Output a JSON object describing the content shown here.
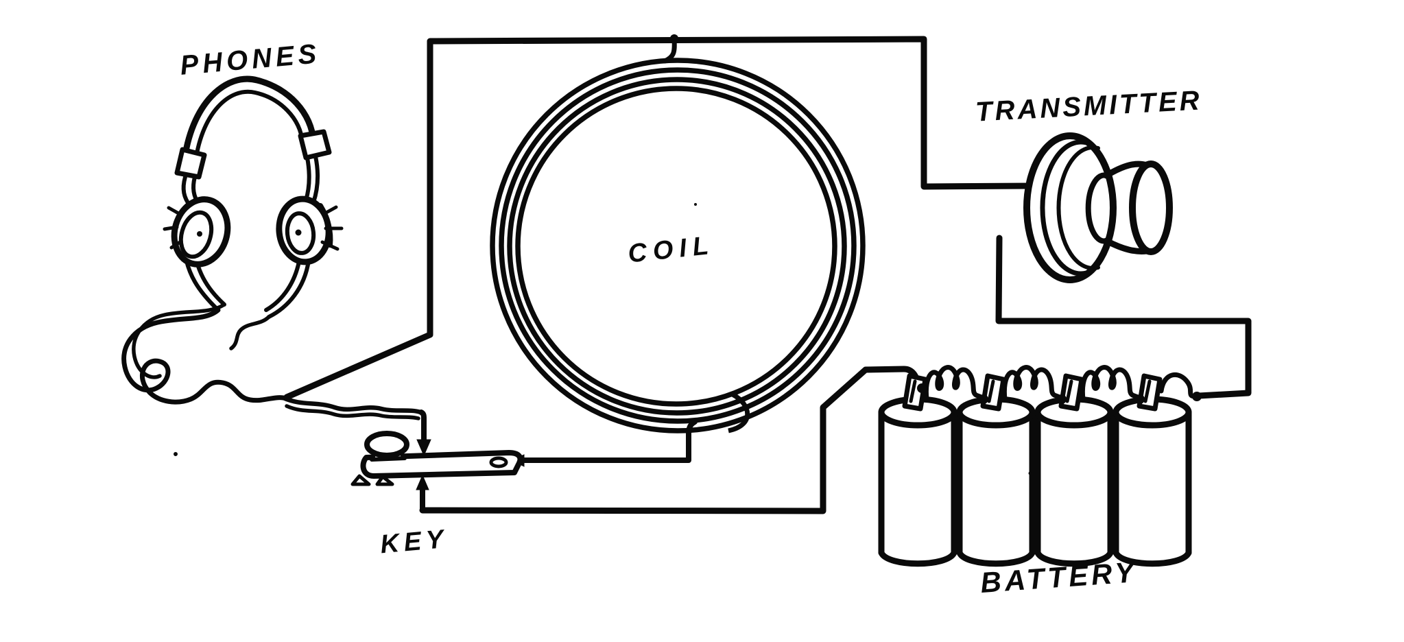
{
  "figure": {
    "type": "vintage-circuit-diagram",
    "background_color": "#ffffff",
    "ink_color": "#0a0a0a",
    "labels": {
      "phones": "PHONES",
      "coil": "COIL",
      "transmitter": "TRANSMITTER",
      "key": "KEY",
      "battery": "BATTERY"
    },
    "components": [
      {
        "name": "phones",
        "label": "PHONES",
        "kind": "headphones"
      },
      {
        "name": "coil",
        "label": "COIL",
        "kind": "loop-coil",
        "turns_drawn": 4
      },
      {
        "name": "transmitter",
        "label": "TRANSMITTER",
        "kind": "carbon-microphone"
      },
      {
        "name": "key",
        "label": "KEY",
        "kind": "telegraph-key"
      },
      {
        "name": "battery",
        "label": "BATTERY",
        "kind": "dry-cells",
        "cells": 4
      }
    ]
  }
}
